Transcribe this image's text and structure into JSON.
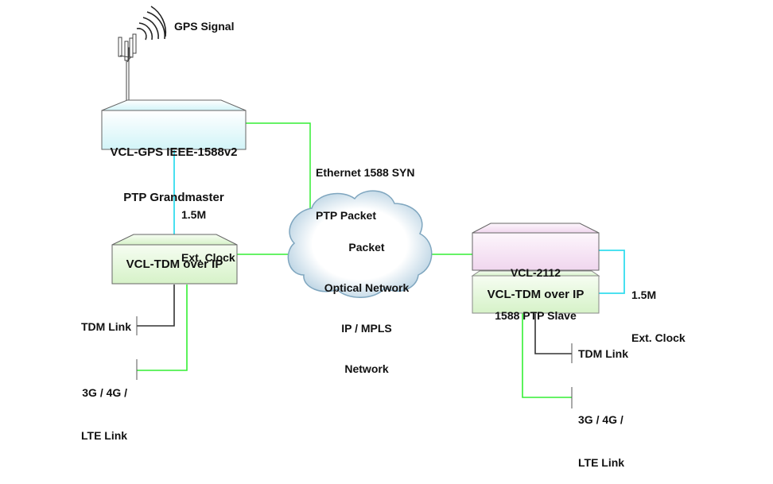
{
  "diagram": {
    "colors": {
      "ethernet_link": "#33ee33",
      "clock_link": "#33ddee",
      "tdm_link": "#333333",
      "grandmaster_fill": "#e6fafc",
      "tdm_box_fill": "#e6f8dc",
      "slave_fill": "#f8e4f6",
      "cloud_fill": "#dbeaf4",
      "box_border": "#666666"
    },
    "gps_signal_label": "GPS Signal",
    "grandmaster": {
      "line1": "VCL-GPS IEEE-1588v2",
      "line2": "PTP Grandmaster"
    },
    "ethernet_label": {
      "line1": "Ethernet 1588 SYN",
      "line2": "PTP Packet"
    },
    "left_clock_label": {
      "line1": "1.5M",
      "line2": "Ext. Clock"
    },
    "left_tdm_box": "VCL-TDM over IP",
    "left_tdm_link": "TDM Link",
    "left_lte_link": {
      "line1": "3G / 4G /",
      "line2": "LTE Link"
    },
    "cloud": {
      "line1": "Packet",
      "line2": "Optical Network",
      "line3": "IP / MPLS",
      "line4": "Network"
    },
    "slave": {
      "line1": "VCL-2112",
      "line2": "1588 PTP Slave"
    },
    "right_clock_label": {
      "line1": "1.5M",
      "line2": "Ext. Clock"
    },
    "right_tdm_box": "VCL-TDM over IP",
    "right_tdm_link": "TDM Link",
    "right_lte_link": {
      "line1": "3G / 4G /",
      "line2": "LTE Link"
    }
  }
}
